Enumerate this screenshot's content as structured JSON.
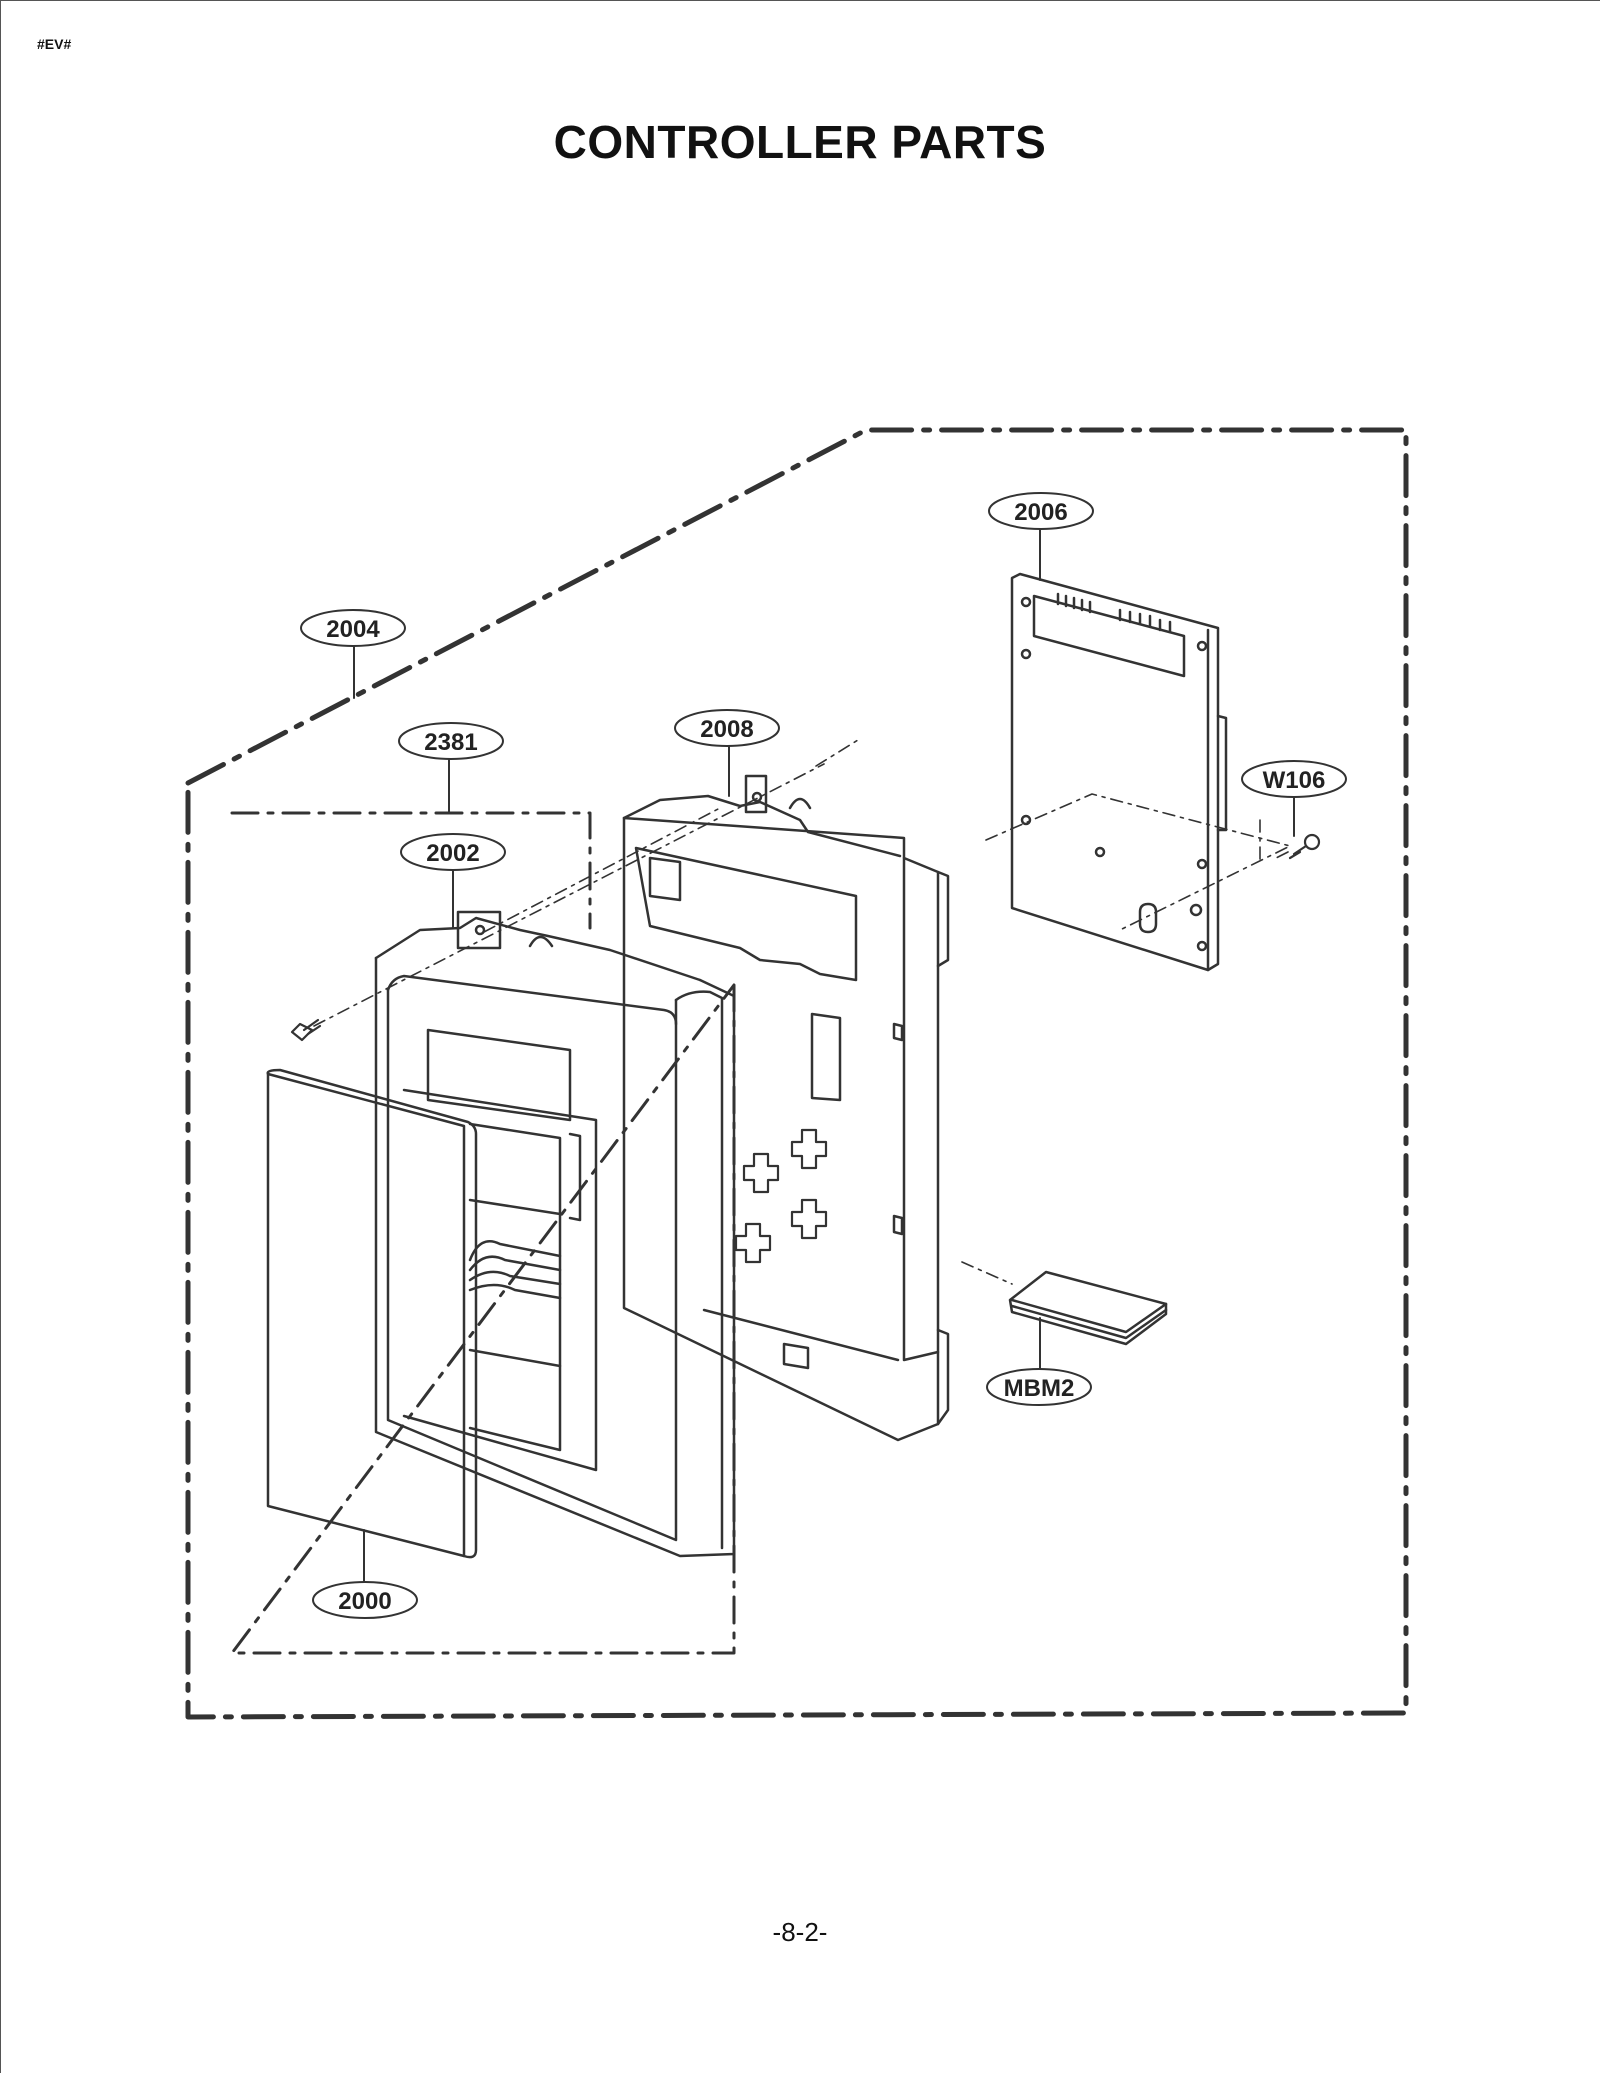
{
  "header": {
    "code": "#EV#"
  },
  "title": "CONTROLLER PARTS",
  "page_number": "-8-2-",
  "callouts": [
    {
      "id": "2004",
      "label": "2004"
    },
    {
      "id": "2381",
      "label": "2381"
    },
    {
      "id": "2002",
      "label": "2002"
    },
    {
      "id": "2008",
      "label": "2008"
    },
    {
      "id": "2006",
      "label": "2006"
    },
    {
      "id": "W106",
      "label": "W106"
    },
    {
      "id": "MBM2",
      "label": "MBM2"
    },
    {
      "id": "2000",
      "label": "2000"
    }
  ],
  "colors": {
    "line": "#333333",
    "background": "#ffffff"
  }
}
